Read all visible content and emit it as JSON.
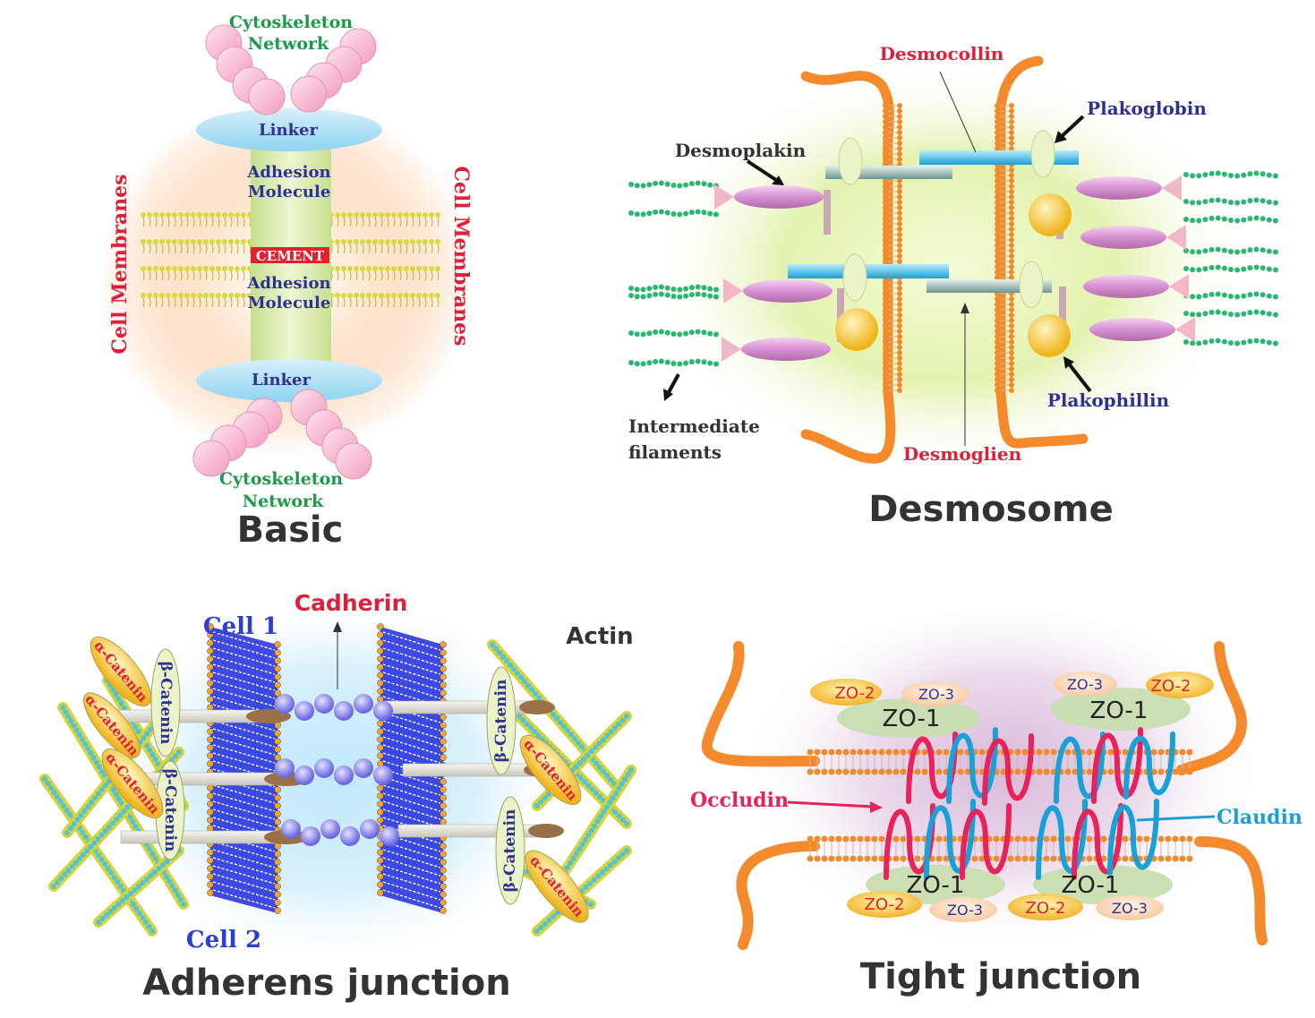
{
  "colors": {
    "green_label": "#1a9a4a",
    "red_label": "#e0203a",
    "navy_label": "#2e3192",
    "dark_text": "#333333",
    "orange_membrane": "#f58a2c",
    "blue_lipid": "#1f2fd6",
    "cyan_claudin": "#1aa0d8",
    "magenta_occludin": "#e8225a"
  },
  "basic": {
    "title": "Basic",
    "cytoskeleton_top": [
      "Cytoskeleton",
      "Network"
    ],
    "cytoskeleton_bottom": [
      "Cytoskeleton",
      "Network"
    ],
    "linker_top": "Linker",
    "linker_bottom": "Linker",
    "adhesion_top": [
      "Adhesion",
      "Molecule"
    ],
    "adhesion_bottom": [
      "Adhesion",
      "Molecule"
    ],
    "cement": "CEMENT",
    "cell_membranes_left": "Cell Membranes",
    "cell_membranes_right": "Cell Membranes"
  },
  "desmosome": {
    "title": "Desmosome",
    "desmocollin": "Desmocollin",
    "plakoglobin": "Plakoglobin",
    "desmoplakin": "Desmoplakin",
    "intermediate_filaments": [
      "Intermediate",
      "filaments"
    ],
    "desmoglien": "Desmoglien",
    "plakophillin": "Plakophillin"
  },
  "adherens": {
    "title": "Adherens junction",
    "cell1": "Cell 1",
    "cell2": "Cell 2",
    "cadherin": "Cadherin",
    "actin": "Actin",
    "beta_catenin": "β-Catenin",
    "alpha_catenin": "α-Catenin"
  },
  "tight": {
    "title": "Tight junction",
    "occludin": "Occludin",
    "claudin": "Claudin",
    "zo1": "ZO-1",
    "zo2": "ZO-2",
    "zo3": "ZO-3"
  }
}
